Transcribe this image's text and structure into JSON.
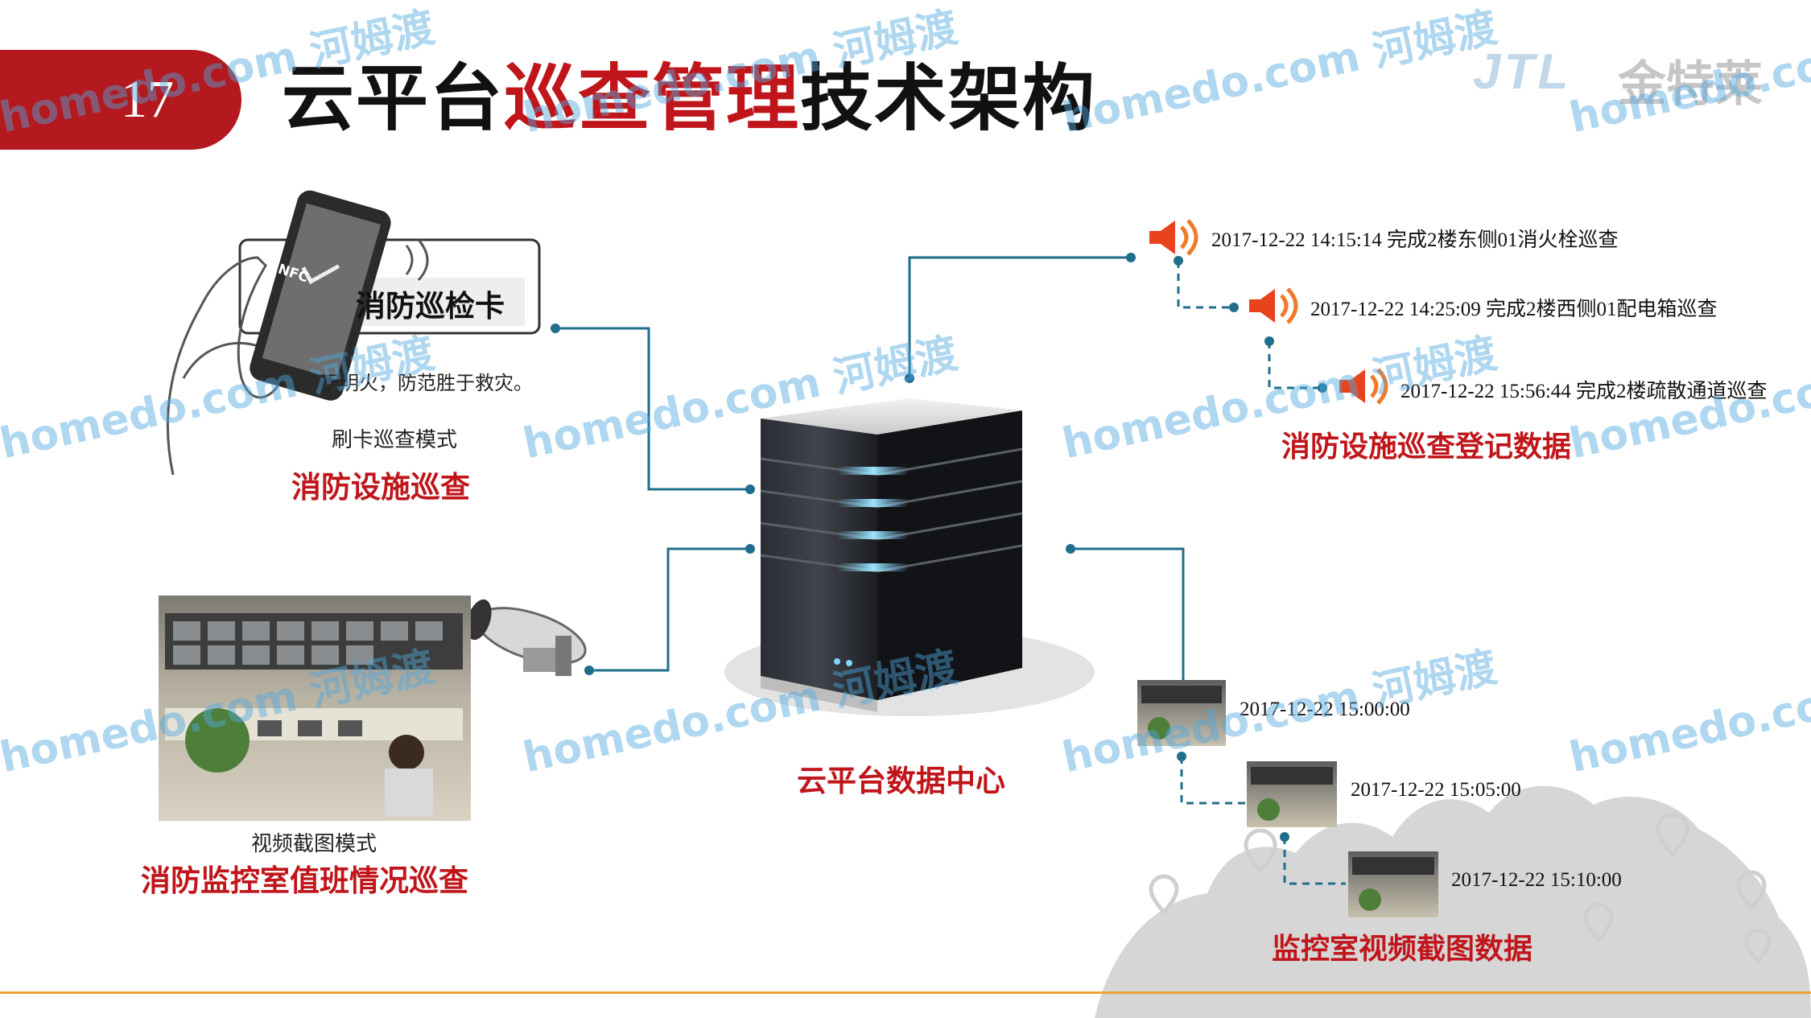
{
  "slide": {
    "number": "17",
    "title_parts": [
      "云平台",
      "巡查管理",
      "技术架构"
    ]
  },
  "logo": {
    "mark": "JTL",
    "text": "金特莱"
  },
  "nfc_card": {
    "nfc_label": "NFC",
    "card_title": "消防巡检卡",
    "card_slogan": "于明火，防范胜于救灾。"
  },
  "left_top": {
    "mode_caption": "刷卡巡查模式",
    "label": "消防设施巡查"
  },
  "left_bottom": {
    "mode_caption": "视频截图模式",
    "label": "消防监控室值班情况巡查"
  },
  "center": {
    "label": "云平台数据中心"
  },
  "right_top": {
    "label": "消防设施巡查登记数据",
    "entries": [
      "2017-12-22 14:15:14 完成2楼东侧01消火栓巡查",
      "2017-12-22 14:25:09 完成2楼西侧01配电箱巡查",
      "2017-12-22 15:56:44 完成2楼疏散通道巡查"
    ]
  },
  "right_bottom": {
    "label": "监控室视频截图数据",
    "entries": [
      "2017-12-22 15:00:00",
      "2017-12-22 15:05:00",
      "2017-12-22 15:10:00"
    ]
  },
  "watermark": {
    "text": "homedo.com 河姆渡"
  },
  "colors": {
    "accent_red": "#c0161b",
    "connector": "#1f6e8c",
    "footer_line": "#e9a33a"
  }
}
